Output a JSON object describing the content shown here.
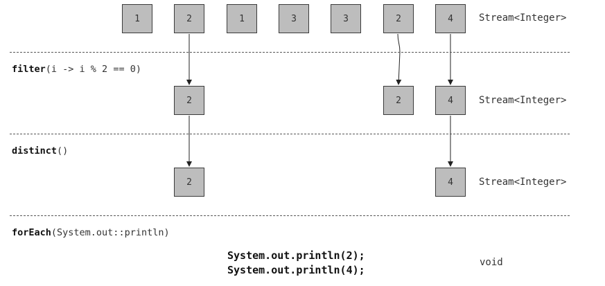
{
  "rows": [
    {
      "values": [
        "1",
        "2",
        "1",
        "3",
        "3",
        "2",
        "4"
      ],
      "type_label": "Stream<Integer>"
    },
    {
      "values": [
        "2",
        "2",
        "4"
      ],
      "type_label": "Stream<Integer>"
    },
    {
      "values": [
        "2",
        "4"
      ],
      "type_label": "Stream<Integer>"
    }
  ],
  "operations": {
    "filter": {
      "name": "filter",
      "args": "(i -> i % 2 == 0)"
    },
    "distinct": {
      "name": "distinct",
      "args": "()"
    },
    "foreach": {
      "name": "forEach",
      "args": "(System.out::println)"
    }
  },
  "output": {
    "lines": [
      "System.out.println(2);",
      "System.out.println(4);"
    ],
    "type_label": "void"
  },
  "colors": {
    "box_fill": "#bdbdbd",
    "box_border": "#3a3a3a",
    "arrow": "#222222"
  }
}
